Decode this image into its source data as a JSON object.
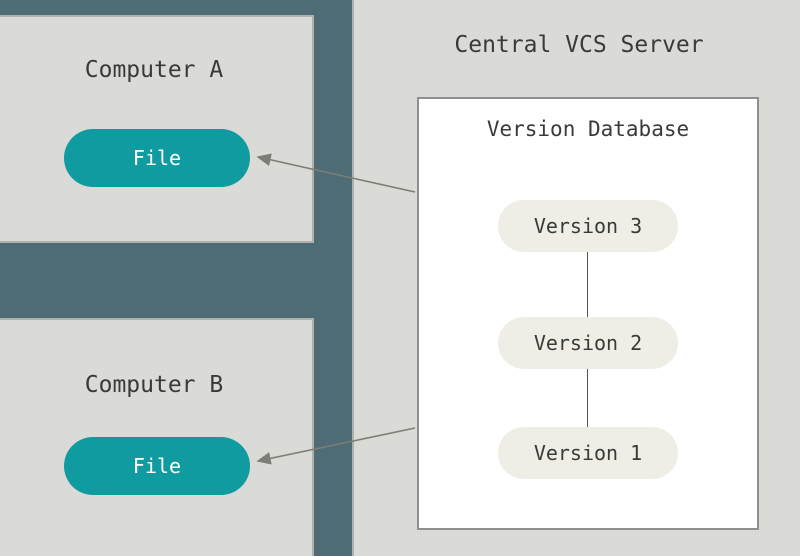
{
  "computer_a": {
    "title": "Computer A",
    "file_label": "File"
  },
  "computer_b": {
    "title": "Computer B",
    "file_label": "File"
  },
  "server": {
    "title": "Central VCS Server",
    "database": {
      "title": "Version Database",
      "versions": [
        "Version 3",
        "Version 2",
        "Version 1"
      ]
    }
  },
  "colors": {
    "background": "#4d6c75",
    "box_fill": "#dadad6",
    "box_border": "#b0b0ac",
    "db_fill": "#ffffff",
    "db_border": "#8f8f8f",
    "file_pill": "#0f9ba0",
    "file_text": "#ffffff",
    "version_pill": "#eeeee6",
    "text": "#3a3a38",
    "arrow": "#7d7d78"
  }
}
